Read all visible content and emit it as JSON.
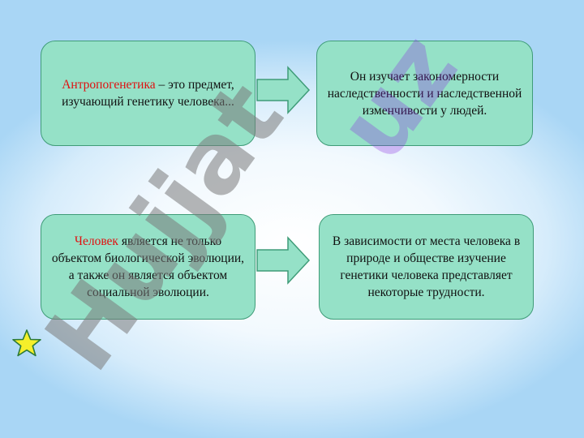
{
  "boxes": {
    "top_left": {
      "highlight": "Антропогенетика",
      "rest": " – это предмет, изучающий генетику человека..."
    },
    "top_right": {
      "text": "Он изучает закономерности наследственности и наследственной изменчивости у людей."
    },
    "bottom_left": {
      "highlight": "Человек",
      "rest": " является не только объектом биологической эволюции, а также он является объектом социальной эволюции."
    },
    "bottom_right": {
      "text": "В зависимости от места человека в природе и обществе изучение генетики человека представляет некоторые трудности."
    }
  },
  "watermark": {
    "text": "Hujjat",
    "suffix": "uz"
  },
  "colors": {
    "box_fill": "#95e1c7",
    "box_border": "#3f9c78",
    "highlight": "#e01010",
    "arrow_fill": "#95e1c7",
    "star_fill": "#f5ef2a",
    "star_border": "#2b7a3a"
  }
}
